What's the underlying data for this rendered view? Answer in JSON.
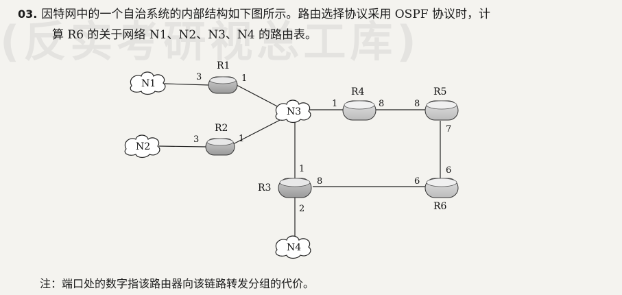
{
  "question": {
    "number": "03.",
    "line1": "因特网中的一个自治系统的内部结构如下图所示。路由选择协议采用 OSPF 协议时，计",
    "line2": "算 R6 的关于网络 N1、N2、N3、N4 的路由表。"
  },
  "watermark": "(反实考研视总工库)",
  "diagram": {
    "networks": {
      "n1": "N1",
      "n2": "N2",
      "n3": "N3",
      "n4": "N4"
    },
    "routers": {
      "r1": "R1",
      "r2": "R2",
      "r3": "R3",
      "r4": "R4",
      "r5": "R5",
      "r6": "R6"
    },
    "costs": {
      "r1_to_n1": "3",
      "r1_to_n3": "1",
      "r2_to_n2": "3",
      "r2_to_n3": "1",
      "r4_to_n3": "1",
      "r4_to_r5": "8",
      "r5_to_r4": "8",
      "r5_to_r6": "7",
      "r6_to_r5": "6",
      "r6_to_r3": "6",
      "r3_to_n3": "1",
      "r3_to_r6": "8",
      "r3_to_n4": "2"
    }
  },
  "note": "注：端口处的数字指该路由器向该链路转发分组的代价。"
}
